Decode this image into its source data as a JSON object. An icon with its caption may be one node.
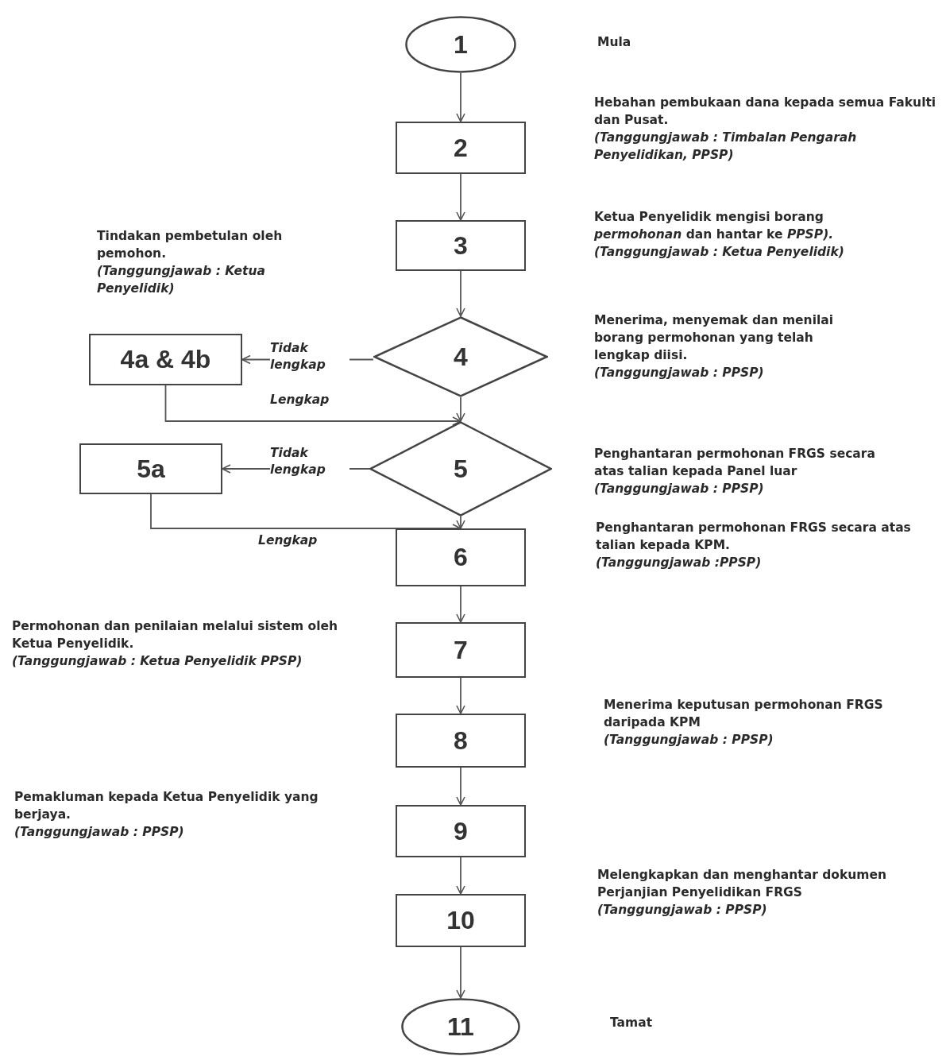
{
  "diagram": {
    "nodes": [
      {
        "text": [
          "1"
        ]
      },
      {
        "text": [
          "2"
        ],
        "beside": [
          "Hebahan pembukaan dana kepada semua Fakulti dan Pusat.",
          "(Tanggungjawab : Timbalan Pengarah Penyelidikan, PPSP)"
        ]
      },
      {
        "text": [
          "3"
        ],
        "beside": [
          "Ketua Penyelidik mengisi borang *permohonan* dan hantar ke *PPSP).*",
          "(Tanggungjawab : Ketua Penyelidik)"
        ]
      },
      {
        "text": [
          "4"
        ],
        "beside": [
          "Menerima, menyemak dan menilai borang permohonan yang telah lengkap diisi.",
          "(Tanggungjawab : PPSP)"
        ]
      },
      {
        "text": [
          "4a & 4b"
        ],
        "beside": [
          "Tindakan pembetulan oleh pemohon.",
          "(Tanggungjawab : Ketua Penyelidik)"
        ]
      },
      {
        "text": [
          "5"
        ],
        "beside": [
          "Penghantaran permohonan FRGS secara atas talian kepada Panel luar",
          "(Tanggungjawab : PPSP)"
        ]
      },
      {
        "text": [
          "5a"
        ]
      },
      {
        "text": [
          "6"
        ],
        "beside": [
          "Penghantaran permohonan FRGS secara atas talian kepada KPM.",
          "(Tanggungjawab :PPSP)"
        ]
      },
      {
        "text": [
          "7"
        ],
        "beside": [
          "Permohonan dan penilaian melalui sistem oleh Ketua Penyelidik.",
          "(Tanggungjawab : Ketua Penyelidik PPSP)"
        ]
      },
      {
        "text": [
          "8"
        ],
        "beside": [
          "Menerima keputusan permohonan FRGS daripada KPM",
          "(Tanggungjawab : PPSP)"
        ]
      },
      {
        "text": [
          "9"
        ],
        "beside": [
          "Pemakluman kepada Ketua Penyelidik yang berjaya.",
          "(Tanggungjawab : PPSP)"
        ]
      },
      {
        "text": [
          "10"
        ],
        "beside": [
          "Melengkapkan dan menghantar dokumen Perjanjian Penyelidikan FRGS",
          "(Tanggungjawab : PPSP)"
        ]
      },
      {
        "text": [
          "11"
        ]
      }
    ],
    "edges": [
      {
        "from": 0,
        "to": 1,
        "arrow": "to"
      },
      {
        "from": 1,
        "to": 2,
        "arrow": "to"
      },
      {
        "from": 2,
        "to": 3,
        "arrow": "to"
      },
      {
        "from": 3,
        "to": 4,
        "arrow": "to",
        "label": "Tidak lengkap"
      },
      {
        "from": 3,
        "to": 5,
        "arrow": "to"
      },
      {
        "from": 4,
        "to": 5,
        "arrow": "to",
        "label": "Lengkap"
      },
      {
        "from": 5,
        "to": 6,
        "arrow": "to",
        "label": "Tidak lengkap"
      },
      {
        "from": 5,
        "to": 7,
        "arrow": "to"
      },
      {
        "from": 6,
        "to": 7,
        "arrow": "to",
        "label": "Lengkap"
      },
      {
        "from": 7,
        "to": 8,
        "arrow": "to"
      },
      {
        "from": 8,
        "to": 9,
        "arrow": "to"
      },
      {
        "from": 9,
        "to": 10,
        "arrow": "to"
      },
      {
        "from": 10,
        "to": 11,
        "arrow": "to"
      },
      {
        "from": 11,
        "to": 12,
        "arrow": "to"
      }
    ],
    "labels": [
      "Mula",
      "Tamat"
    ]
  }
}
